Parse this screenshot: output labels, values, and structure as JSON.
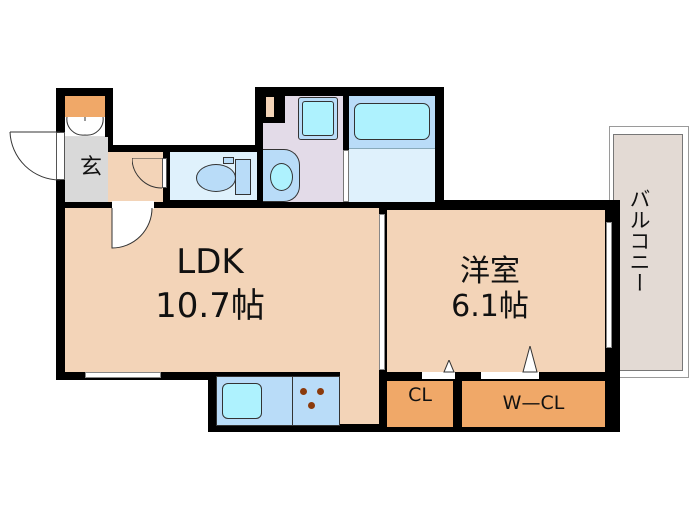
{
  "floorplan": {
    "rooms": {
      "entrance": {
        "label": "玄"
      },
      "ldk": {
        "name": "LDK",
        "size": "10.7帖"
      },
      "western_room": {
        "name": "洋室",
        "size": "6.1帖"
      },
      "closet": {
        "label": "CL"
      },
      "walk_in_closet": {
        "label": "W—CL"
      },
      "balcony": {
        "label": "バルコニー"
      }
    },
    "colors": {
      "wall": "#000000",
      "room_floor": "#f3d4b8",
      "entrance_floor": "#d9d9d9",
      "storage": "#f0a868",
      "wet_area": "#dff1fc",
      "fixture_blue": "#b9dcf8",
      "fixture_cyan": "#aef2fe",
      "washroom": "#e3dbe8",
      "balcony": "#e3dad4",
      "stove_burner": "#8b3a0c"
    }
  }
}
